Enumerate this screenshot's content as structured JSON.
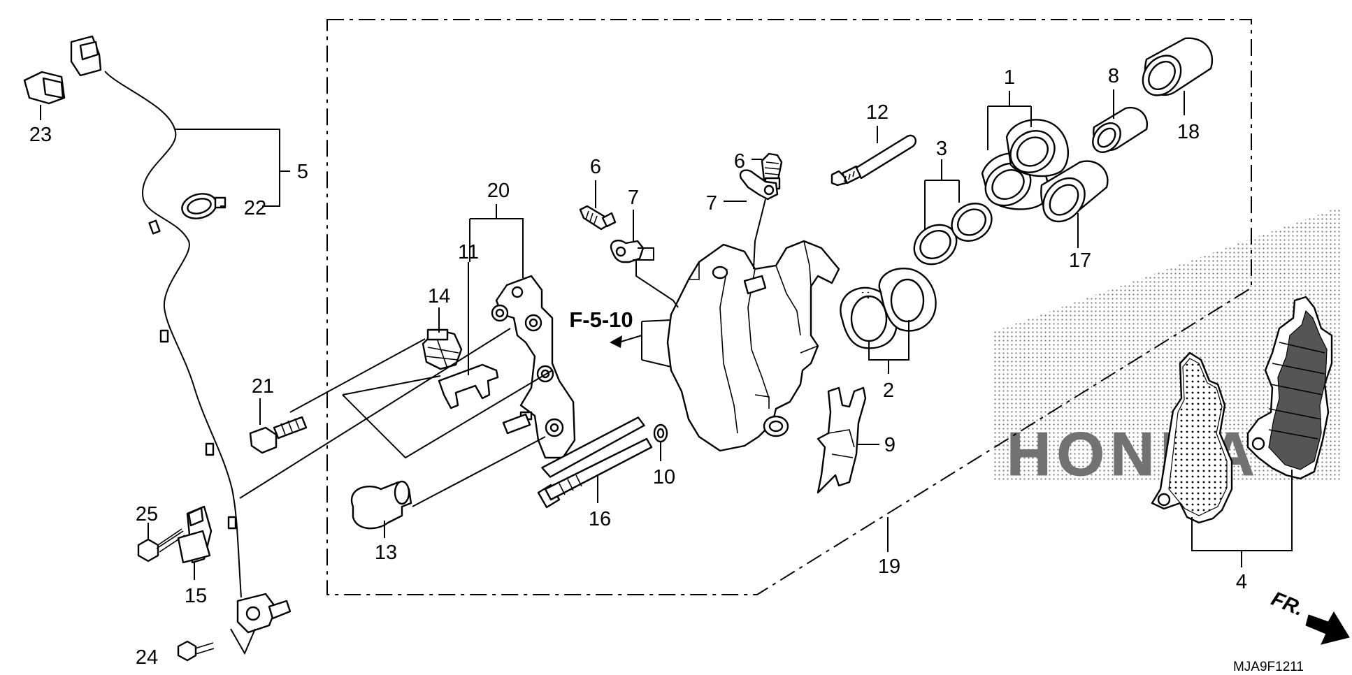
{
  "diagram": {
    "title": "",
    "drawing_code": "MJA9F1211",
    "reference": "F-5-10",
    "direction_label": "FR.",
    "watermark": "HONDA",
    "callouts": [
      {
        "id": "c1",
        "label": "1"
      },
      {
        "id": "c2",
        "label": "2"
      },
      {
        "id": "c3",
        "label": "3"
      },
      {
        "id": "c4",
        "label": "4"
      },
      {
        "id": "c5",
        "label": "5"
      },
      {
        "id": "c6a",
        "label": "6"
      },
      {
        "id": "c6b",
        "label": "6"
      },
      {
        "id": "c7a",
        "label": "7"
      },
      {
        "id": "c7b",
        "label": "7"
      },
      {
        "id": "c8",
        "label": "8"
      },
      {
        "id": "c9",
        "label": "9"
      },
      {
        "id": "c10",
        "label": "10"
      },
      {
        "id": "c11",
        "label": "11"
      },
      {
        "id": "c12",
        "label": "12"
      },
      {
        "id": "c13",
        "label": "13"
      },
      {
        "id": "c14",
        "label": "14"
      },
      {
        "id": "c15",
        "label": "15"
      },
      {
        "id": "c16",
        "label": "16"
      },
      {
        "id": "c17",
        "label": "17"
      },
      {
        "id": "c18",
        "label": "18"
      },
      {
        "id": "c19",
        "label": "19"
      },
      {
        "id": "c20",
        "label": "20"
      },
      {
        "id": "c21",
        "label": "21"
      },
      {
        "id": "c22",
        "label": "22"
      },
      {
        "id": "c23",
        "label": "23"
      },
      {
        "id": "c24",
        "label": "24"
      },
      {
        "id": "c25",
        "label": "25"
      }
    ]
  }
}
